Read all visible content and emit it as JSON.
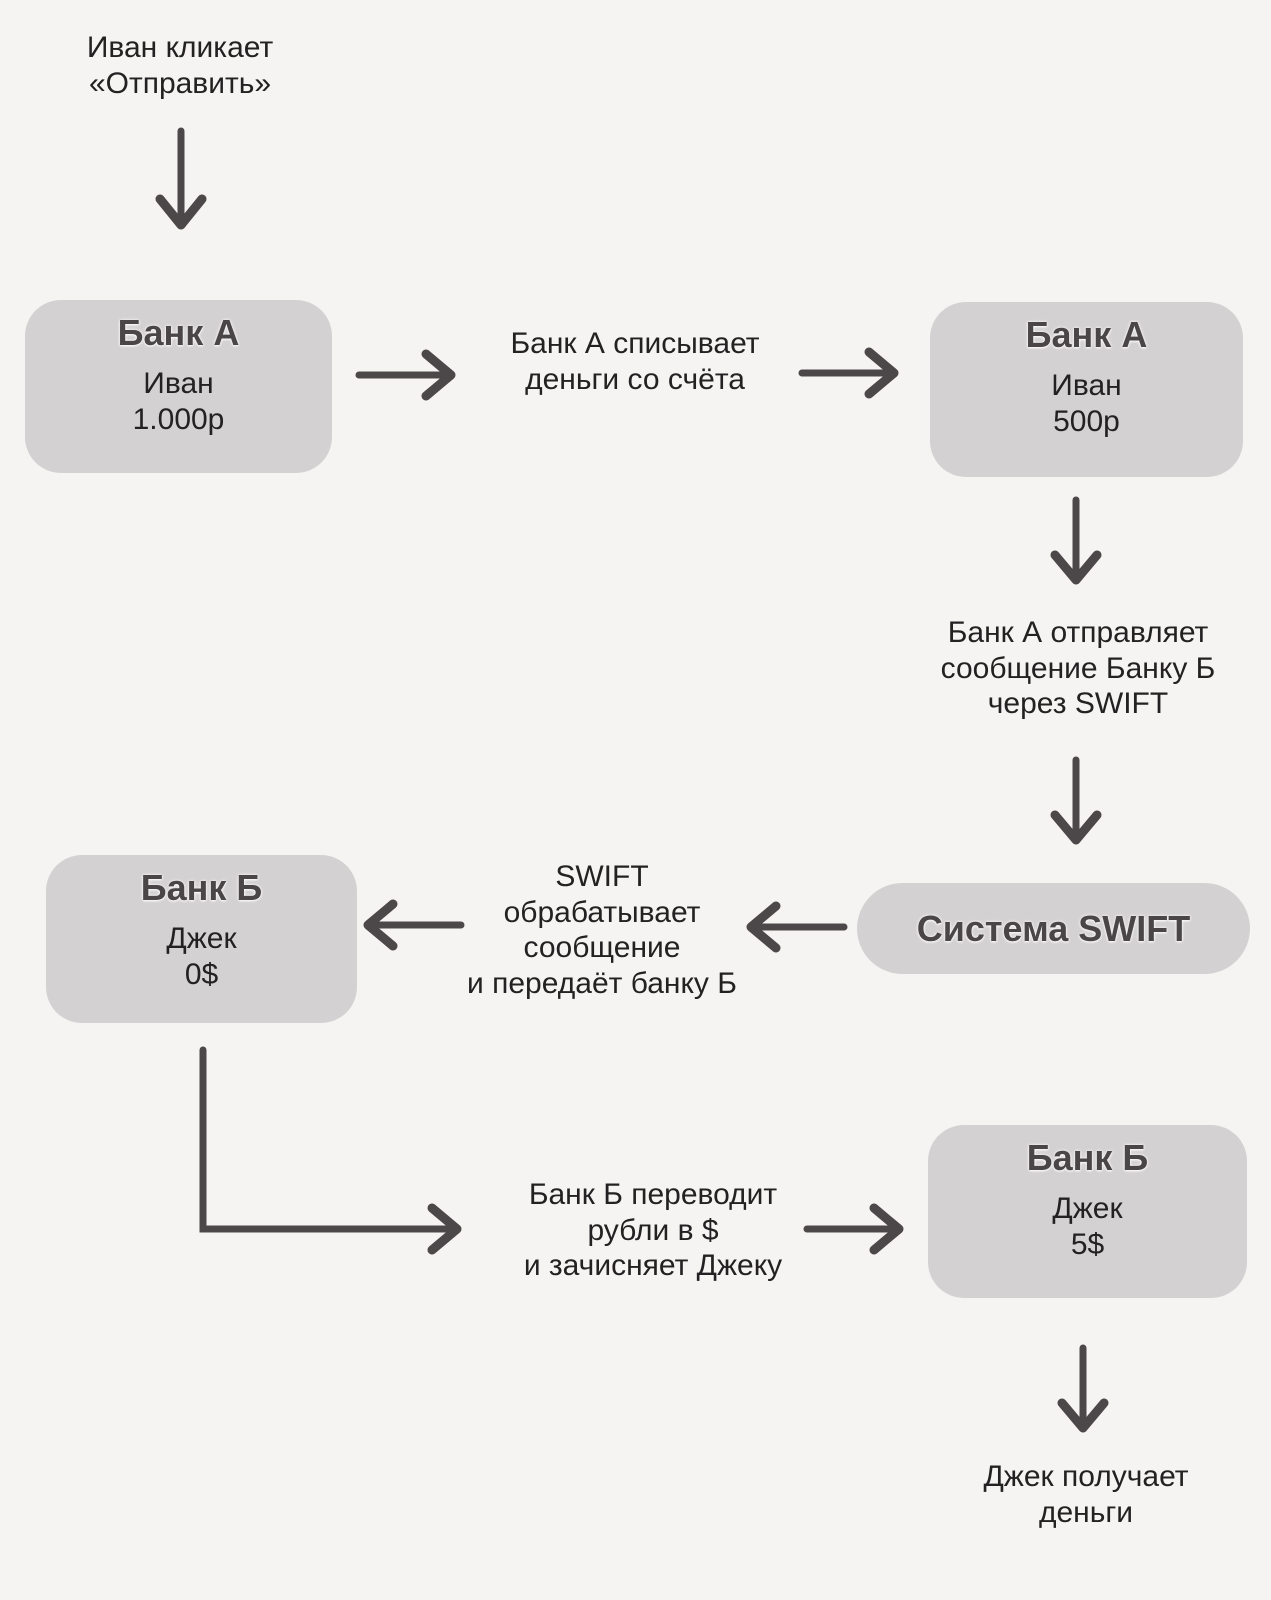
{
  "colors": {
    "background": "#f6f3f3",
    "node_fill": "#d4d1d2",
    "arrow": "#4c4849",
    "text": "#232122",
    "node_title": "#4a4647"
  },
  "nodes": {
    "bank_a_before": {
      "title": "Банк А",
      "owner": "Иван",
      "amount": "1.000р"
    },
    "bank_a_after": {
      "title": "Банк А",
      "owner": "Иван",
      "amount": "500р"
    },
    "swift_system": {
      "title": "Система SWIFT"
    },
    "bank_b_before": {
      "title": "Банк Б",
      "owner": "Джек",
      "amount": "0$"
    },
    "bank_b_after": {
      "title": "Банк Б",
      "owner": "Джек",
      "amount": "5$"
    }
  },
  "labels": {
    "start": [
      "Иван кликает",
      "«Отправить»"
    ],
    "debit": [
      "Банк А списывает",
      "деньги со счёта"
    ],
    "send_message": [
      "Банк А отправляет",
      "сообщение Банку Б",
      "через SWIFT"
    ],
    "swift_processing": [
      "SWIFT",
      "обрабатывает",
      "сообщение",
      "и передаёт банку Б"
    ],
    "convert": [
      "Банк Б переводит",
      "рубли в $",
      "и зачисняет Джеку"
    ],
    "end": [
      "Джек получает",
      "деньги"
    ]
  }
}
